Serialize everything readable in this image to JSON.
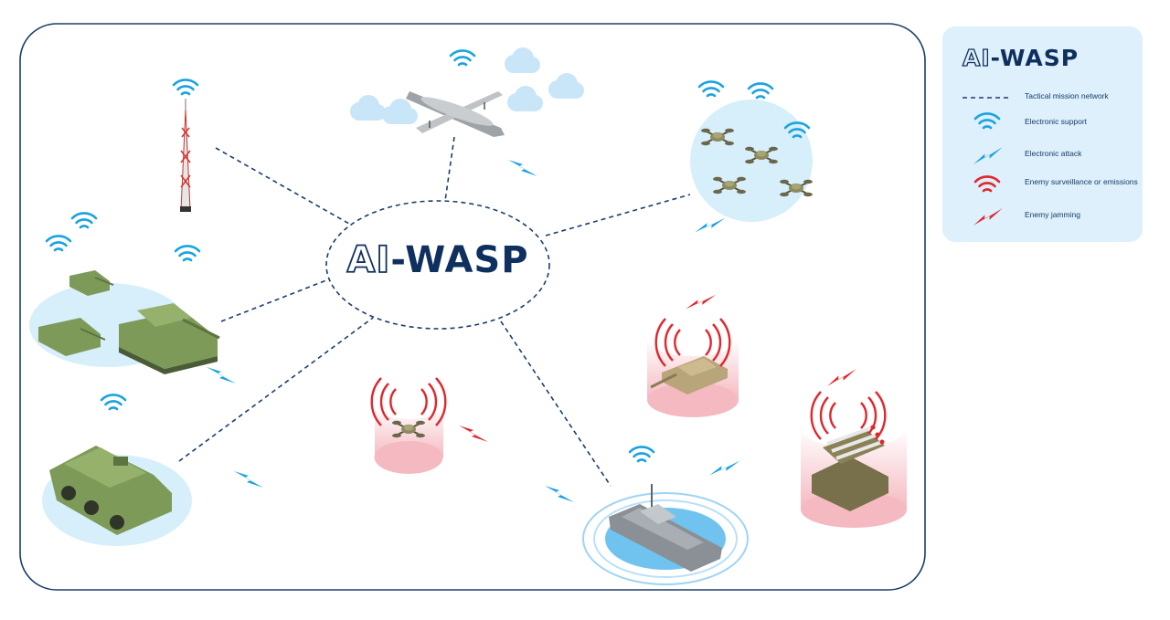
{
  "diagram": {
    "center_title_ai": "AI",
    "center_title_rest": "-WASP"
  },
  "legend": {
    "logo_ai": "AI",
    "logo_rest": "-WASP",
    "items": [
      {
        "label": "Tactical mission network",
        "icon": "dashed-line-icon"
      },
      {
        "label": "Electronic support",
        "icon": "wifi-blue-icon"
      },
      {
        "label": "Electronic attack",
        "icon": "lightning-blue-icon"
      },
      {
        "label": "Enemy surveillance or emissions",
        "icon": "wifi-red-icon"
      },
      {
        "label": "Enemy jamming",
        "icon": "lightning-red-icon"
      }
    ]
  },
  "colors": {
    "navy": "#0f2f5e",
    "blue_signal": "#1aa3e0",
    "red_signal": "#e1262c",
    "light_blue_zone": "#d7eefb",
    "pink_zone": "#f7c9cf",
    "army_green": "#7d9a58",
    "enemy_khaki": "#8a8256"
  }
}
